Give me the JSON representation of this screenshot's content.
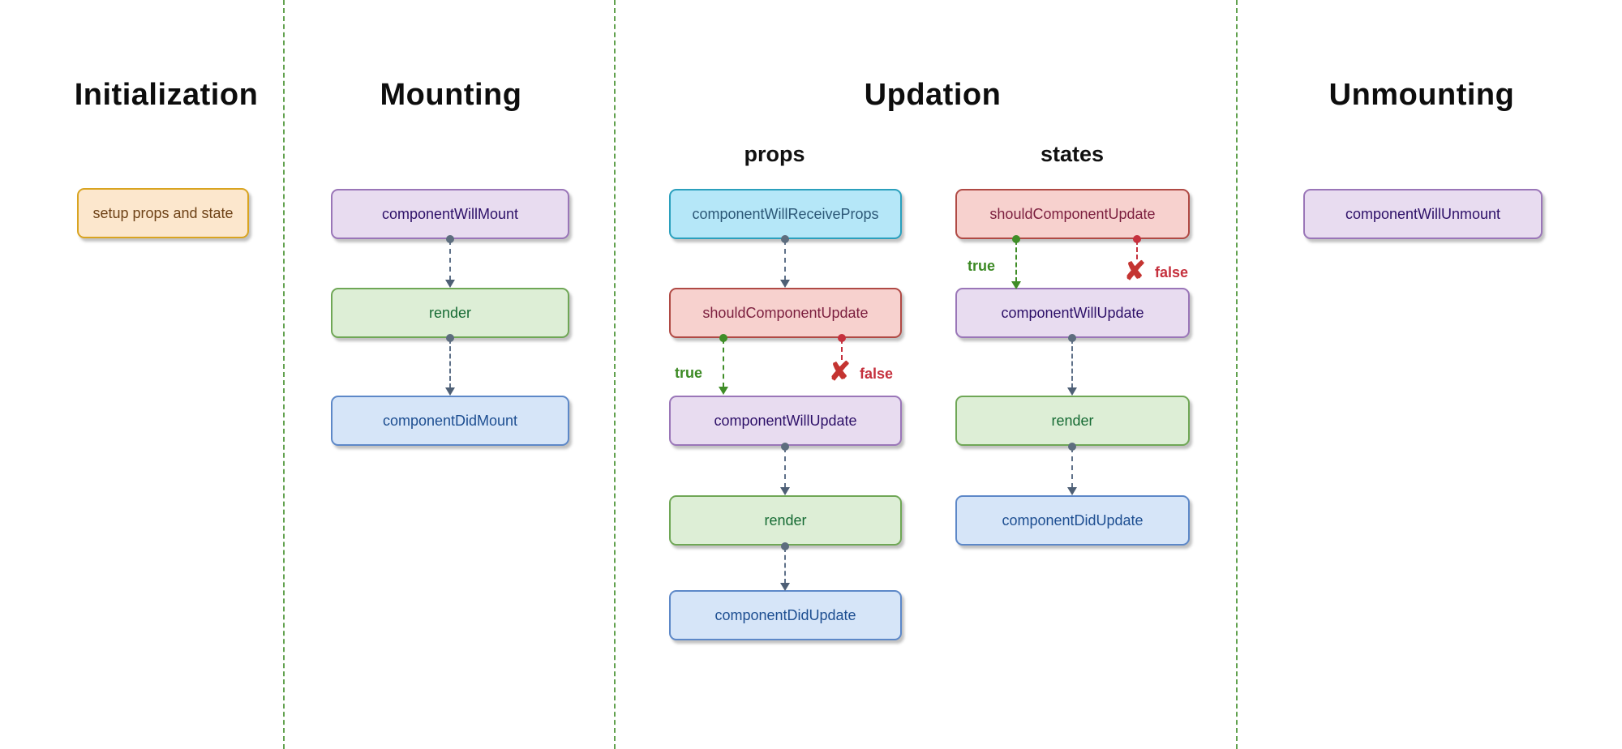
{
  "sections": {
    "initialization": {
      "title": "Initialization",
      "nodes": [
        {
          "label": "setup props and state",
          "variant": "orange"
        }
      ]
    },
    "mounting": {
      "title": "Mounting",
      "nodes": [
        {
          "label": "componentWillMount",
          "variant": "purple"
        },
        {
          "label": "render",
          "variant": "green"
        },
        {
          "label": "componentDidMount",
          "variant": "blue"
        }
      ]
    },
    "updation": {
      "title": "Updation",
      "props_column": {
        "label": "props",
        "nodes": [
          {
            "label": "componentWillReceiveProps",
            "variant": "cyan"
          },
          {
            "label": "shouldComponentUpdate",
            "variant": "red"
          },
          {
            "label": "componentWillUpdate",
            "variant": "purple"
          },
          {
            "label": "render",
            "variant": "green"
          },
          {
            "label": "componentDidUpdate",
            "variant": "blue"
          }
        ]
      },
      "states_column": {
        "label": "states",
        "nodes": [
          {
            "label": "shouldComponentUpdate",
            "variant": "red"
          },
          {
            "label": "componentWillUpdate",
            "variant": "purple"
          },
          {
            "label": "render",
            "variant": "green"
          },
          {
            "label": "componentDidUpdate",
            "variant": "blue"
          }
        ]
      }
    },
    "unmounting": {
      "title": "Unmounting",
      "nodes": [
        {
          "label": "componentWillUnmount",
          "variant": "purple"
        }
      ]
    }
  },
  "branch_labels": {
    "true": "true",
    "false": "false",
    "reject_icon": "✘"
  },
  "colors": {
    "background": "#ffffff",
    "divider": "#61a14e",
    "flow_arrow": "#5f7189",
    "true_branch": "#3f8d27",
    "false_branch": "#c5303d",
    "node_palette": {
      "orange": {
        "fill": "#fce7cd",
        "border": "#d9a421",
        "text": "#6e4217"
      },
      "purple": {
        "fill": "#e8dcf0",
        "border": "#9a76b8",
        "text": "#2d1068"
      },
      "green": {
        "fill": "#ddeed6",
        "border": "#6fa756",
        "text": "#166b34"
      },
      "blue": {
        "fill": "#d6e5f8",
        "border": "#5d88c8",
        "text": "#1d4e91"
      },
      "cyan": {
        "fill": "#b5e7f8",
        "border": "#2ba0bd",
        "text": "#2c5877"
      },
      "red": {
        "fill": "#f7d1ce",
        "border": "#b04a45",
        "text": "#7b1e3e"
      }
    }
  }
}
